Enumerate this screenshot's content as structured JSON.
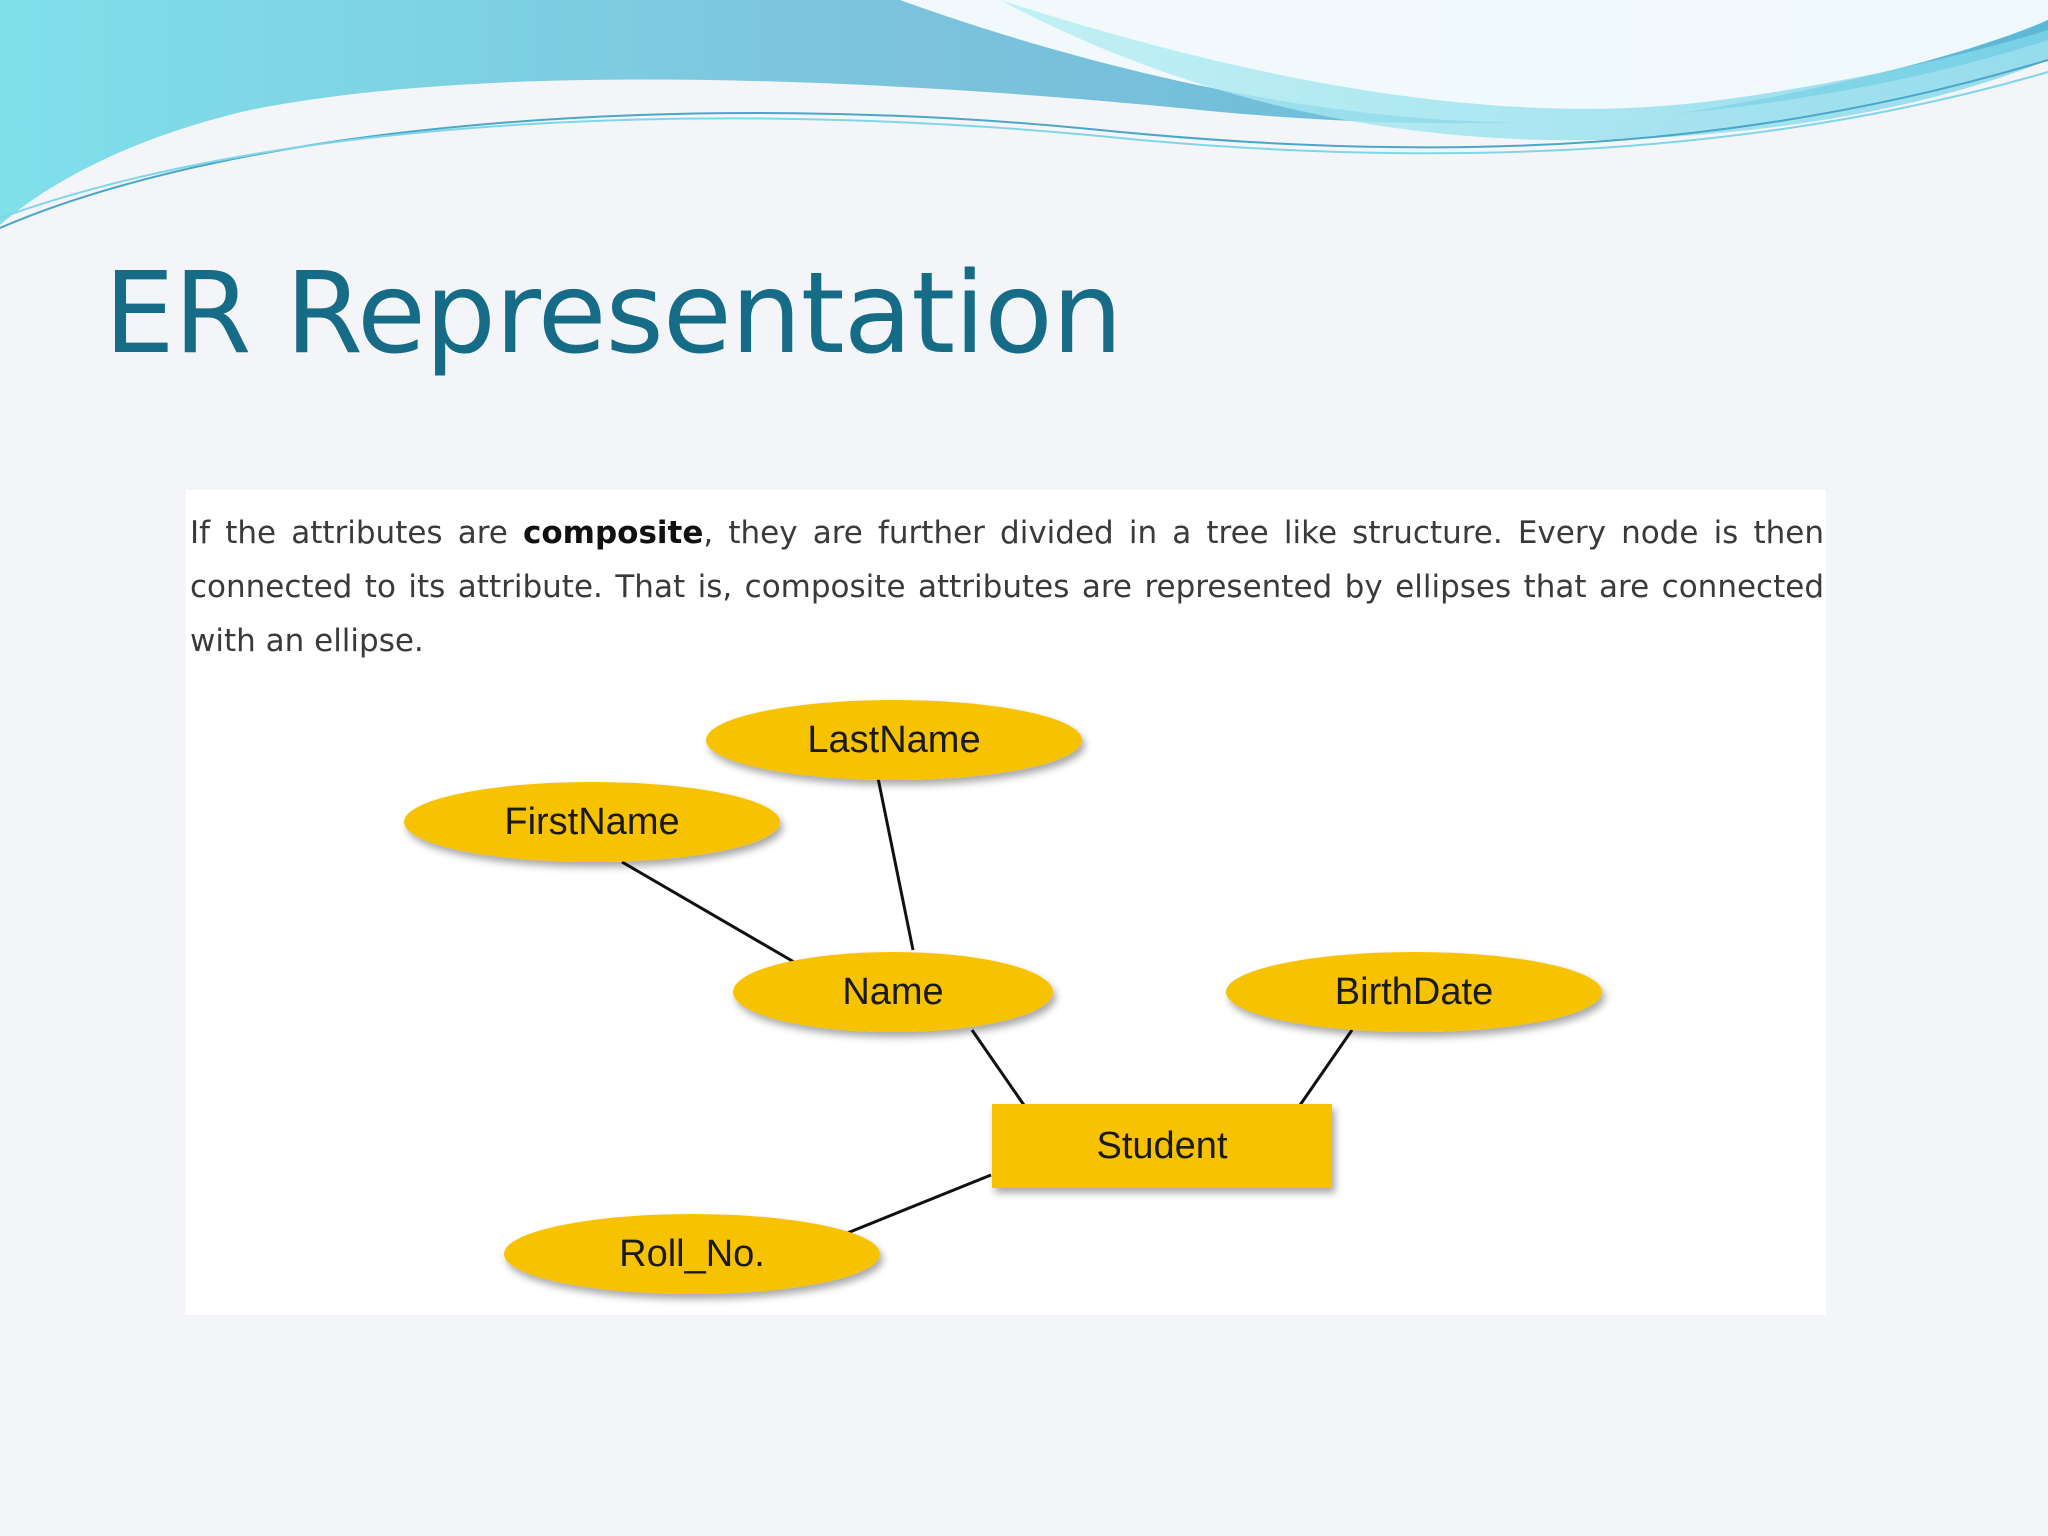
{
  "slide": {
    "title": "ER Representation",
    "colors": {
      "title": "#166b86",
      "wave_dark": "#5bb8d6",
      "wave_light": "#7fe0ea",
      "background": "#f4f5f8"
    }
  },
  "figure": {
    "description": {
      "before": "If the attributes are ",
      "emphasis": "composite",
      "after": ", they are further divided in a tree like structure. Every node is then connected to its attribute. That is, composite attributes are represented by ellipses that are connected with an ellipse."
    },
    "diagram": {
      "entity": {
        "label": "Student",
        "shape": "rectangle"
      },
      "attributes": [
        {
          "label": "LastName",
          "shape": "ellipse",
          "parent": "Name"
        },
        {
          "label": "FirstName",
          "shape": "ellipse",
          "parent": "Name"
        },
        {
          "label": "Name",
          "shape": "ellipse",
          "parent": "Student"
        },
        {
          "label": "BirthDate",
          "shape": "ellipse",
          "parent": "Student"
        },
        {
          "label": "Roll_No.",
          "shape": "ellipse",
          "parent": "Student"
        }
      ],
      "colors": {
        "fill": "#f7c200",
        "line": "#111111"
      }
    }
  }
}
